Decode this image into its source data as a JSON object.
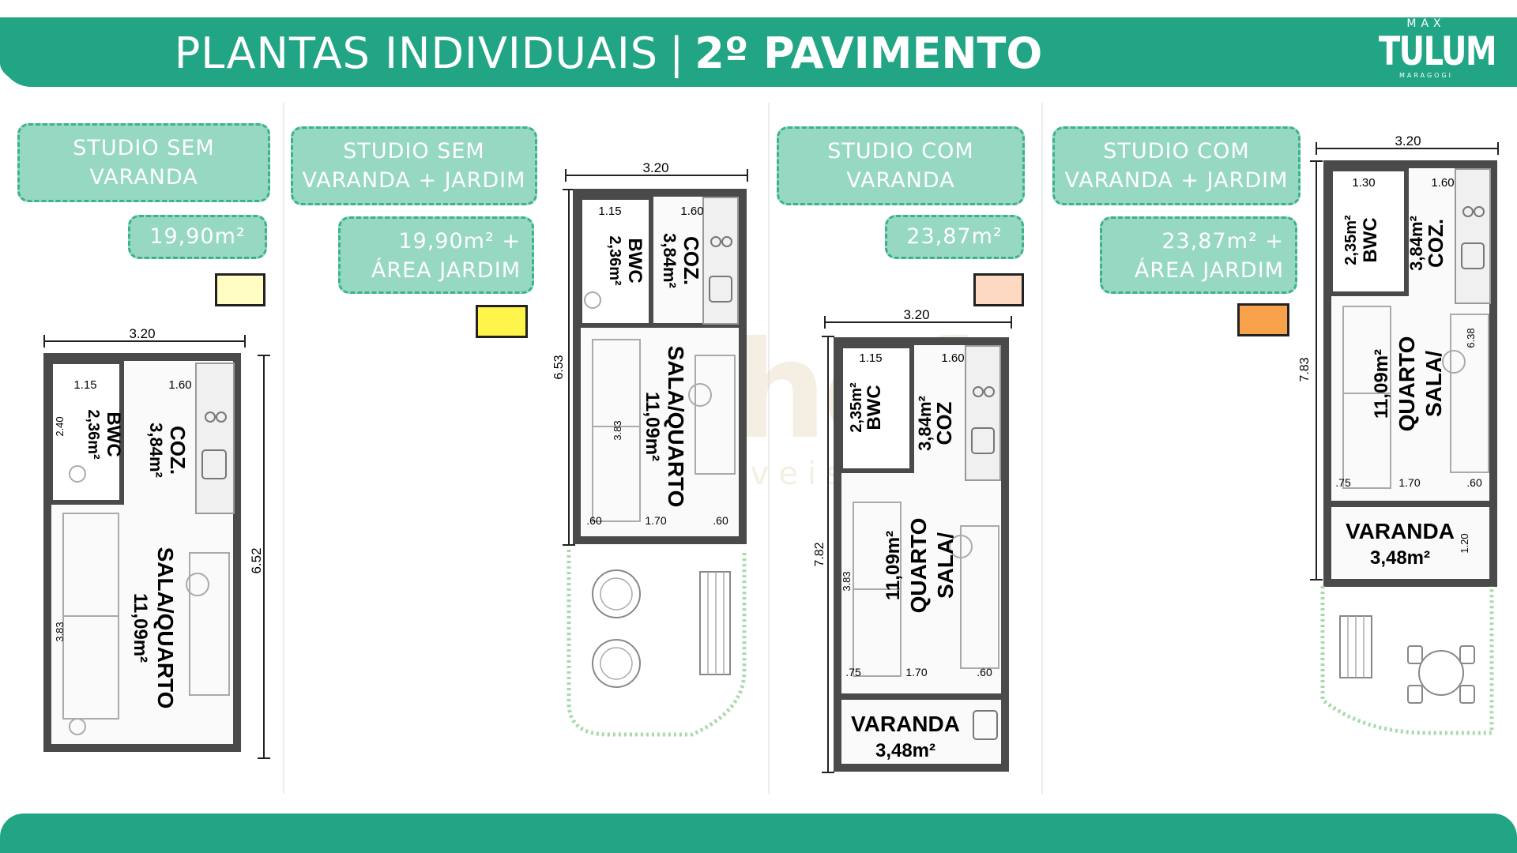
{
  "header": {
    "title_light": "PLANTAS INDIVIDUAIS",
    "separator": "|",
    "title_bold": "2º PAVIMENTO"
  },
  "logo": {
    "top": "MAX",
    "name": "TULUM",
    "sub": "MARAGOGI"
  },
  "watermark": {
    "main": "echef",
    "sub": "móveis"
  },
  "units": [
    {
      "type_line1": "STUDIO SEM",
      "type_line2": "VARANDA",
      "area_line1": "19,90m²",
      "area_line2": "",
      "swatch_color": "#fffdc4",
      "plan": {
        "width": "3.20",
        "height": "6.52",
        "bwc_w": "1.15",
        "coz_w": "1.60",
        "bwc_label": "BWC",
        "bwc_area": "2,36m²",
        "coz_label": "COZ.",
        "coz_area": "3,84m²",
        "main_label": "SALA/QUARTO",
        "main_area": "11,09m²",
        "dim_a": "3.83",
        "dim_b": "2.40"
      }
    },
    {
      "type_line1": "STUDIO SEM",
      "type_line2": "VARANDA + JARDIM",
      "area_line1": "19,90m² +",
      "area_line2": "ÁREA JARDIM",
      "swatch_color": "#fff44a",
      "plan": {
        "width": "3.20",
        "height": "6.53",
        "bwc_w": "1.15",
        "coz_w": "1.60",
        "bwc_label": "BWC",
        "bwc_area": "2,36m²",
        "coz_label": "COZ.",
        "coz_area": "3,84m²",
        "main_label": "SALA/QUARTO",
        "main_area": "11,09m²",
        "dim_a": "3.83",
        "dim_l": ".60",
        "dim_m": "1.70",
        "dim_r": ".60"
      }
    },
    {
      "type_line1": "STUDIO COM",
      "type_line2": "VARANDA",
      "area_line1": "23,87m²",
      "area_line2": "",
      "swatch_color": "#fdd9c1",
      "plan": {
        "width": "3.20",
        "height": "7.82",
        "bwc_w": "1.15",
        "coz_w": "1.60",
        "bwc_label": "BWC",
        "bwc_area": "2,35m²",
        "coz_label": "COZ",
        "coz_area": "3,84m²",
        "main_label_1": "QUARTO",
        "main_label_2": "SALA/",
        "main_area": "11,09m²",
        "dim_a": "3.83",
        "dim_l": ".75",
        "dim_m": "1.70",
        "dim_r": ".60",
        "var_label": "VARANDA",
        "var_area": "3,48m²"
      }
    },
    {
      "type_line1": "STUDIO COM",
      "type_line2": "VARANDA + JARDIM",
      "area_line1": "23,87m² +",
      "area_line2": "ÁREA JARDIM",
      "swatch_color": "#f7a14a",
      "plan": {
        "width": "3.20",
        "height": "7.83",
        "bwc_w": "1.30",
        "coz_w": "1.60",
        "bwc_label": "BWC",
        "bwc_area": "2,35m²",
        "coz_label": "COZ.",
        "coz_area": "3,84m²",
        "main_label_1": "QUARTO",
        "main_label_2": "SALA/",
        "main_area": "11,09m²",
        "dim_a": "6.38",
        "dim_l": ".75",
        "dim_m": "1.70",
        "dim_r": ".60",
        "dim_v": "1.20",
        "var_label": "VARANDA",
        "var_area": "3,48m²"
      }
    }
  ]
}
